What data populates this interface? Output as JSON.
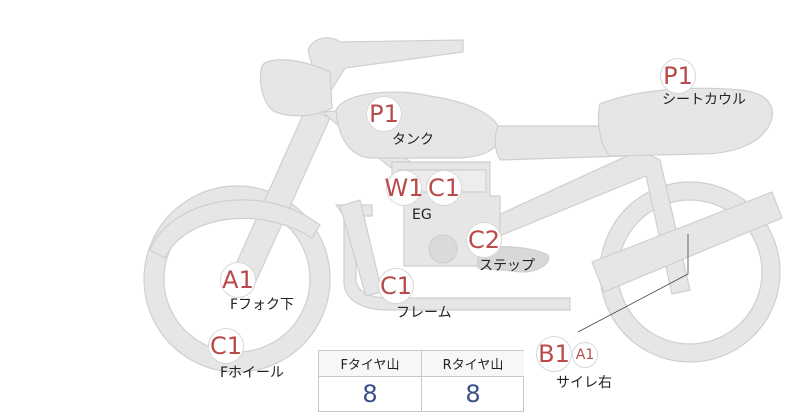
{
  "parts": [
    {
      "id": "tank",
      "code": "P1",
      "label": "タンク"
    },
    {
      "id": "seat-cowl",
      "code": "P1",
      "label": "シートカウル"
    },
    {
      "id": "engine",
      "codes": [
        "W1",
        "C1"
      ],
      "label": "EG"
    },
    {
      "id": "step",
      "code": "C2",
      "label": "ステップ"
    },
    {
      "id": "fork-lower",
      "code": "A1",
      "label": "Fフォク下"
    },
    {
      "id": "frame",
      "code": "C1",
      "label": "フレーム"
    },
    {
      "id": "front-wheel",
      "code": "C1",
      "label": "Fホイール"
    },
    {
      "id": "muffler-right",
      "codes": [
        "B1",
        "A1"
      ],
      "label": "サイレ右"
    }
  ],
  "tire_table": {
    "front_header": "Fタイヤ山",
    "rear_header": "Rタイヤ山",
    "front_value": "8",
    "rear_value": "8"
  },
  "colors": {
    "bike_fill": "#e6e6e6",
    "bike_stroke": "#c9c9c9",
    "code_text": "#b84a4a",
    "value_text": "#3a4f8a"
  }
}
